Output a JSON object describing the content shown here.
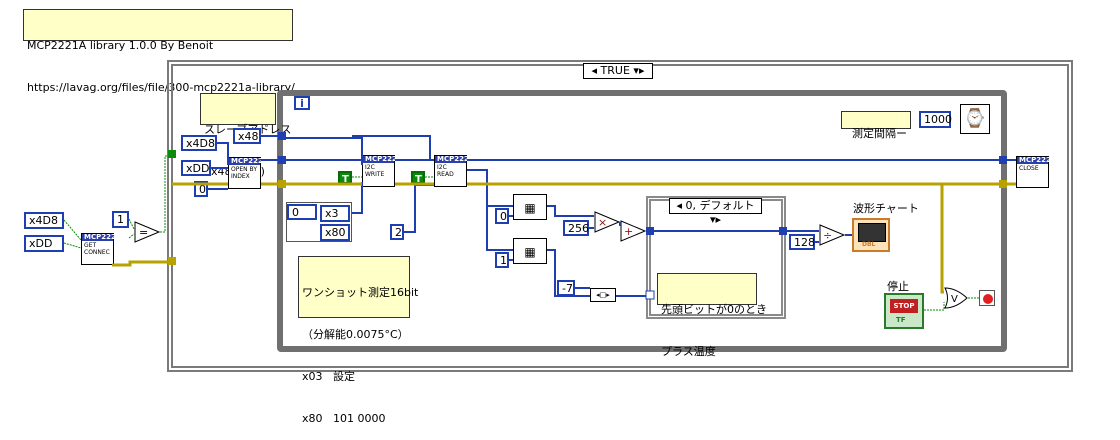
{
  "header_note": {
    "line1": "MCP2221A library 1.0.0 By Benoit",
    "line2": "https://lavag.org/files/file/300-mcp2221a-library/"
  },
  "case_selector": "TRUE",
  "inner_case_selector": "0, デフォルト",
  "slave_note": {
    "line1": "スレーブアドレス",
    "line2": "0x48 (7bit)"
  },
  "oneshot_note": {
    "line1": "ワンショット測定16bit",
    "line2": "（分解能0.0075°C）",
    "line3": "x03   設定",
    "line4": "x80   101 0000"
  },
  "sign_note": {
    "line1": "先頭ビットが0のとき",
    "line2": "プラス温度"
  },
  "constants": {
    "vid_outer": "x4D8",
    "pid_outer": "xDD",
    "one_outer": "1",
    "vid_inner": "x4D8",
    "pid_inner": "xDD",
    "zero_inner": "0",
    "addr": "x48",
    "bytes_arr_idx": "0",
    "arr_x3": "x3",
    "arr_x80": "x80",
    "read_len": "2",
    "idx0": "0",
    "idx1": "1",
    "mult256": "256",
    "shift_neg7": "-7",
    "div128": "128",
    "interval": "1000",
    "true_T": "T"
  },
  "labels": {
    "interval_label": "測定間隔ー",
    "chart_label": "波形チャート",
    "stop_label": "停止",
    "stop_button": "STOP",
    "stop_tf": "TF"
  },
  "vis": {
    "get_connected": {
      "title": "MCP2221",
      "text": "GET CONNEC"
    },
    "open": {
      "title": "MCP2221",
      "text": "OPEN BY INDEX"
    },
    "i2c_write": {
      "title": "MCP2221",
      "text": "I2C WRITE"
    },
    "i2c_read": {
      "title": "MCP2221",
      "text": "I2C READ"
    },
    "close": {
      "title": "MCP2221",
      "text": "CLOSE"
    }
  },
  "loop_iteration": "i",
  "chart_indicator": "DBL"
}
